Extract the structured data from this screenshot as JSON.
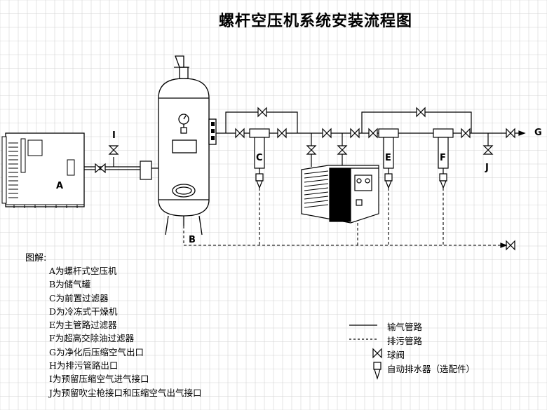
{
  "title": "螺杆空压机系统安装流程图",
  "labels": {
    "A": "A",
    "B": "B",
    "C": "C",
    "E": "E",
    "F": "F",
    "G": "G",
    "I": "I",
    "J": "J"
  },
  "legend": {
    "heading": "图解:",
    "items": [
      "A为螺杆式空压机",
      "B为储气罐",
      "C为前置过滤器",
      "D为冷冻式干燥机",
      "E为主管路过滤器",
      "F为超高交除油过滤器",
      "G为净化后压缩空气出口",
      "H为排污管路出口",
      "I为预留压缩空气进气接口",
      "J为预留吹尘枪接口和压缩空气出气接口"
    ]
  },
  "key": {
    "air_pipe": "输气管路",
    "drain_pipe": "排污管路",
    "ball_valve": "球阀",
    "auto_drain": "自动排水器（选配件）"
  }
}
